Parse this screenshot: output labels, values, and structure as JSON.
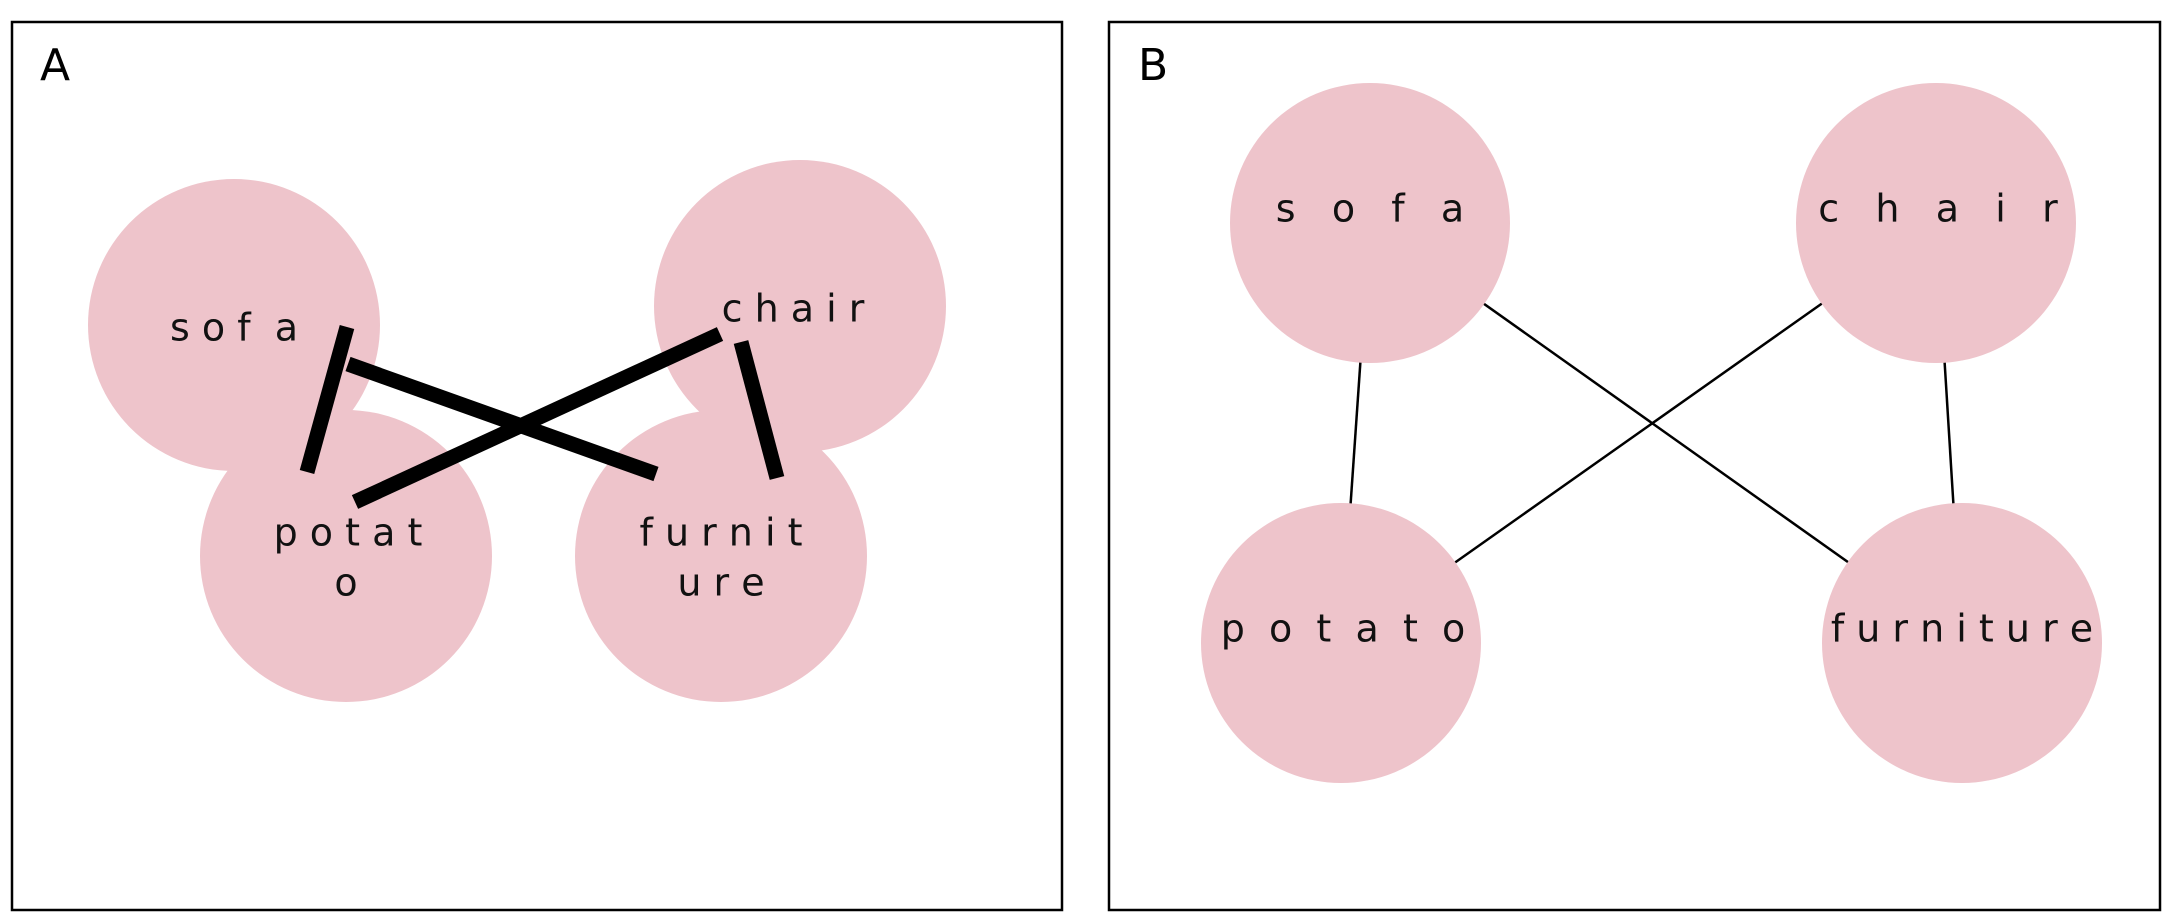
{
  "panels": [
    {
      "id": "A",
      "label": "A",
      "nodes": [
        {
          "id": "sofa",
          "text_lines": [
            "s o f  a"
          ]
        },
        {
          "id": "chair",
          "text_lines": [
            "c h a i r"
          ]
        },
        {
          "id": "potato",
          "text_lines": [
            "p o t a t",
            "o"
          ]
        },
        {
          "id": "furniture",
          "text_lines": [
            "f u r n i t",
            "u r e"
          ]
        }
      ],
      "edges": [
        {
          "from": "sofa",
          "to": "potato"
        },
        {
          "from": "sofa",
          "to": "furniture"
        },
        {
          "from": "chair",
          "to": "potato"
        },
        {
          "from": "chair",
          "to": "furniture"
        }
      ],
      "edge_style": "thick"
    },
    {
      "id": "B",
      "label": "B",
      "nodes": [
        {
          "id": "sofa",
          "text_lines": [
            "s   o   f   a"
          ]
        },
        {
          "id": "chair",
          "text_lines": [
            "c   h   a   i   r"
          ]
        },
        {
          "id": "potato",
          "text_lines": [
            "p  o  t  a  t  o"
          ]
        },
        {
          "id": "furniture",
          "text_lines": [
            "f u r n i t u r e"
          ]
        }
      ],
      "edges": [
        {
          "from": "sofa",
          "to": "potato"
        },
        {
          "from": "sofa",
          "to": "furniture"
        },
        {
          "from": "chair",
          "to": "potato"
        },
        {
          "from": "chair",
          "to": "furniture"
        }
      ],
      "edge_style": "thin"
    }
  ],
  "colors": {
    "node_fill": "#eec4cb",
    "text": "#111111",
    "edge": "#000000",
    "frame": "#000000"
  }
}
